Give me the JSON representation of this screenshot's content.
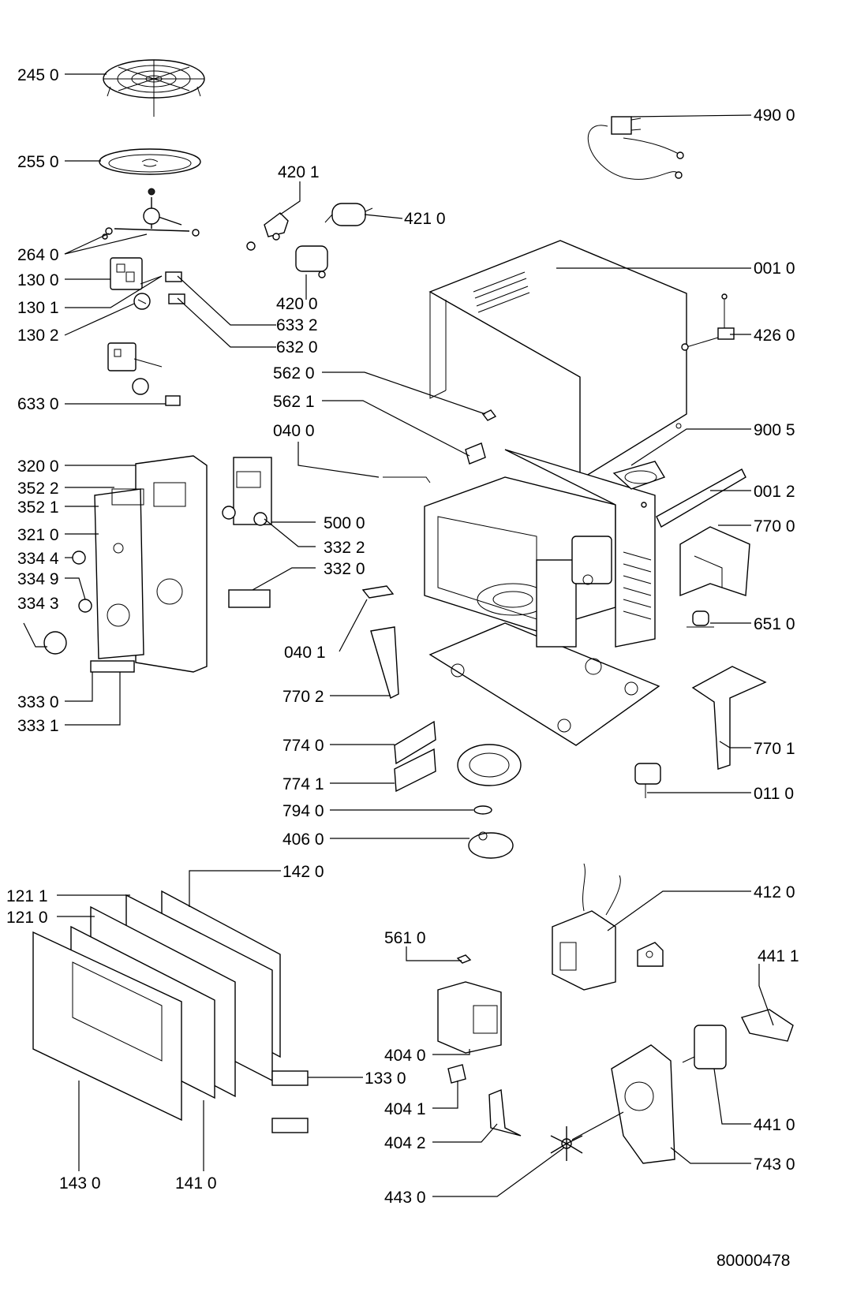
{
  "drawing_number": "80000478",
  "parts": [
    {
      "id": "p2450",
      "label": "245 0",
      "name": "grill-rack"
    },
    {
      "id": "p2550",
      "label": "255 0",
      "name": "turntable-plate"
    },
    {
      "id": "p2640",
      "label": "264 0",
      "name": "turntable-support"
    },
    {
      "id": "p1300",
      "label": "130 0",
      "name": "door-switch-assembly"
    },
    {
      "id": "p1301",
      "label": "130 1",
      "name": "switch-spring"
    },
    {
      "id": "p1302",
      "label": "130 2",
      "name": "switch-cam"
    },
    {
      "id": "p6332",
      "label": "633 2",
      "name": "microswitch-a"
    },
    {
      "id": "p6320",
      "label": "632 0",
      "name": "microswitch-b"
    },
    {
      "id": "p6330",
      "label": "633 0",
      "name": "microswitch-c"
    },
    {
      "id": "p4201",
      "label": "420 1",
      "name": "capacitor-bracket"
    },
    {
      "id": "p4210",
      "label": "421 0",
      "name": "diode"
    },
    {
      "id": "p4200",
      "label": "420 0",
      "name": "capacitor"
    },
    {
      "id": "p4900",
      "label": "490 0",
      "name": "power-cord"
    },
    {
      "id": "p0010",
      "label": "001 0",
      "name": "outer-cabinet"
    },
    {
      "id": "p4260",
      "label": "426 0",
      "name": "noise-filter"
    },
    {
      "id": "p5620",
      "label": "562 0",
      "name": "clip"
    },
    {
      "id": "p5621",
      "label": "562 1",
      "name": "bracket"
    },
    {
      "id": "p0400",
      "label": "040 0",
      "name": "ground-strap"
    },
    {
      "id": "p9005",
      "label": "900 5",
      "name": "duct-bracket"
    },
    {
      "id": "p0012",
      "label": "001 2",
      "name": "rear-rail"
    },
    {
      "id": "p7700",
      "label": "770 0",
      "name": "air-guide"
    },
    {
      "id": "p6510",
      "label": "651 0",
      "name": "lamp-holder"
    },
    {
      "id": "p3200",
      "label": "320 0",
      "name": "control-panel-frame"
    },
    {
      "id": "p3522",
      "label": "352 2",
      "name": "display-window"
    },
    {
      "id": "p3521",
      "label": "352 1",
      "name": "panel-overlay"
    },
    {
      "id": "p3210",
      "label": "321 0",
      "name": "control-panel-plate"
    },
    {
      "id": "p3344",
      "label": "334 4",
      "name": "knob-small"
    },
    {
      "id": "p3349",
      "label": "334 9",
      "name": "knob-gear"
    },
    {
      "id": "p3343",
      "label": "334 3",
      "name": "knob-large"
    },
    {
      "id": "p5000",
      "label": "500 0",
      "name": "control-board"
    },
    {
      "id": "p3322",
      "label": "332 2",
      "name": "switch-shaft"
    },
    {
      "id": "p3320",
      "label": "332 0",
      "name": "switch-bracket"
    },
    {
      "id": "p0401",
      "label": "040 1",
      "name": "hinge-bracket"
    },
    {
      "id": "p7702",
      "label": "770 2",
      "name": "side-bracket"
    },
    {
      "id": "p3330",
      "label": "333 0",
      "name": "door-button"
    },
    {
      "id": "p3331",
      "label": "333 1",
      "name": "door-button-lever"
    },
    {
      "id": "p7701",
      "label": "770 1",
      "name": "fan-bracket"
    },
    {
      "id": "p7740",
      "label": "774 0",
      "name": "waveguide-cover-a"
    },
    {
      "id": "p7741",
      "label": "774 1",
      "name": "waveguide-cover-b"
    },
    {
      "id": "p0110",
      "label": "011 0",
      "name": "thermostat"
    },
    {
      "id": "p7940",
      "label": "794 0",
      "name": "washer"
    },
    {
      "id": "p4060",
      "label": "406 0",
      "name": "turntable-motor"
    },
    {
      "id": "p1420",
      "label": "142 0",
      "name": "door-choke"
    },
    {
      "id": "p1211",
      "label": "121 1",
      "name": "door-seal"
    },
    {
      "id": "p1210",
      "label": "121 0",
      "name": "door-frame"
    },
    {
      "id": "p4120",
      "label": "412 0",
      "name": "transformer"
    },
    {
      "id": "p5610",
      "label": "561 0",
      "name": "magnetron-clip"
    },
    {
      "id": "p4411",
      "label": "441 1",
      "name": "motor-bracket"
    },
    {
      "id": "p4040",
      "label": "404 0",
      "name": "magnetron"
    },
    {
      "id": "p1330",
      "label": "133 0",
      "name": "door-latch"
    },
    {
      "id": "p4410",
      "label": "441 0",
      "name": "fan-motor"
    },
    {
      "id": "p4041",
      "label": "404 1",
      "name": "magnetron-gasket"
    },
    {
      "id": "p4042",
      "label": "404 2",
      "name": "magnetron-bracket"
    },
    {
      "id": "p7430",
      "label": "743 0",
      "name": "fan-duct"
    },
    {
      "id": "p1430",
      "label": "143 0",
      "name": "door-panel"
    },
    {
      "id": "p1410",
      "label": "141 0",
      "name": "door-glass"
    },
    {
      "id": "p4430",
      "label": "443 0",
      "name": "fan-blade"
    }
  ]
}
